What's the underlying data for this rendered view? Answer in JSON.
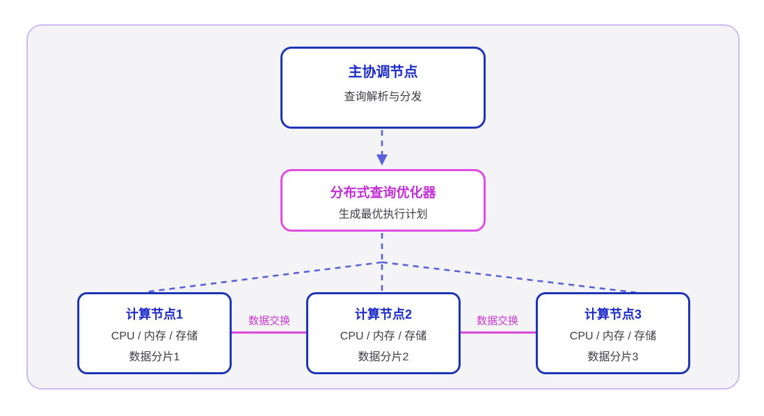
{
  "diagram": {
    "nodes": {
      "coordinator": {
        "title": "主协调节点",
        "subtitle": "查询解析与分发"
      },
      "optimizer": {
        "title": "分布式查询优化器",
        "subtitle": "生成最优执行计划"
      },
      "compute1": {
        "title": "计算节点1",
        "resources": "CPU / 内存 / 存储",
        "shard": "数据分片1"
      },
      "compute2": {
        "title": "计算节点2",
        "resources": "CPU / 内存 / 存储",
        "shard": "数据分片2"
      },
      "compute3": {
        "title": "计算节点3",
        "resources": "CPU / 内存 / 存储",
        "shard": "数据分片3"
      }
    },
    "edges": {
      "exchange_1_2": {
        "label": "数据交换"
      },
      "exchange_2_3": {
        "label": "数据交换"
      }
    },
    "colors": {
      "node_border_blue": "#1e34b6",
      "node_title_blue": "#1c2bc8",
      "node_border_magenta": "#e14ce4",
      "node_title_magenta": "#c32fd6",
      "body_text": "#3d3d44",
      "dashed_connector": "#5a60d8",
      "exchange_line": "#d83ed8",
      "exchange_label": "#cb36d0",
      "frame_border": "#c9bcf0",
      "frame_background": "#f4f4f6"
    }
  }
}
